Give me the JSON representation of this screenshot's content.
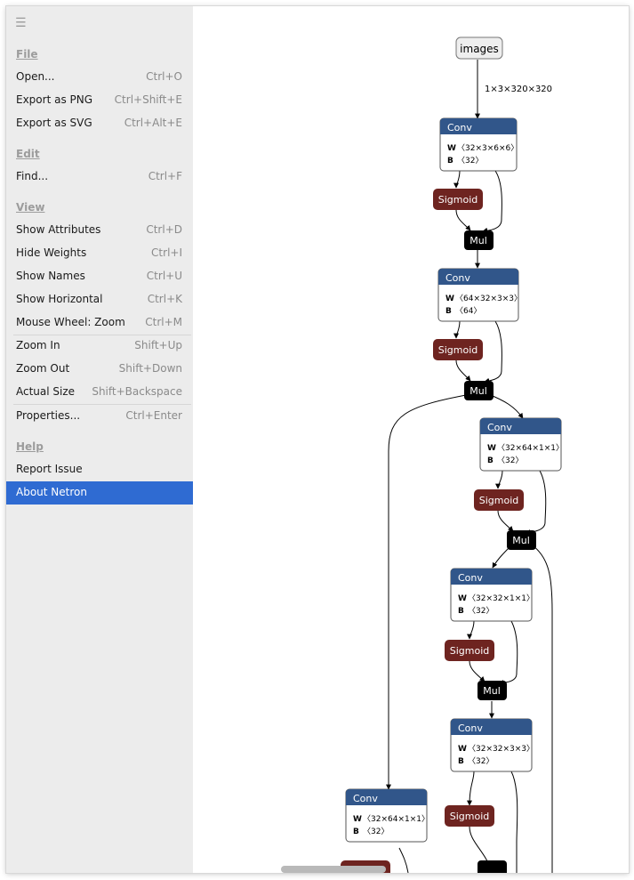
{
  "menu": {
    "groups": {
      "file": "File",
      "edit": "Edit",
      "view": "View",
      "help": "Help"
    },
    "items": [
      {
        "label": "Open...",
        "shortcut": "Ctrl+O"
      },
      {
        "label": "Export as PNG",
        "shortcut": "Ctrl+Shift+E"
      },
      {
        "label": "Export as SVG",
        "shortcut": "Ctrl+Alt+E"
      },
      {
        "label": "Find...",
        "shortcut": "Ctrl+F"
      },
      {
        "label": "Show Attributes",
        "shortcut": "Ctrl+D"
      },
      {
        "label": "Hide Weights",
        "shortcut": "Ctrl+I"
      },
      {
        "label": "Show Names",
        "shortcut": "Ctrl+U"
      },
      {
        "label": "Show Horizontal",
        "shortcut": "Ctrl+K"
      },
      {
        "label": "Mouse Wheel: Zoom",
        "shortcut": "Ctrl+M"
      },
      {
        "label": "Zoom In",
        "shortcut": "Shift+Up"
      },
      {
        "label": "Zoom Out",
        "shortcut": "Shift+Down"
      },
      {
        "label": "Actual Size",
        "shortcut": "Shift+Backspace"
      },
      {
        "label": "Properties...",
        "shortcut": "Ctrl+Enter"
      },
      {
        "label": "Report Issue",
        "shortcut": ""
      },
      {
        "label": "About Netron",
        "shortcut": ""
      }
    ]
  },
  "graph": {
    "input_label": "images",
    "input_shape": "1×3×320×320",
    "op_conv": "Conv",
    "op_sigmoid": "Sigmoid",
    "op_mul": "Mul",
    "attr_w": "W",
    "attr_b": "B",
    "conv_nodes": [
      {
        "w": "〈32×3×6×6〉",
        "b": "〈32〉"
      },
      {
        "w": "〈64×32×3×3〉",
        "b": "〈64〉"
      },
      {
        "w": "〈32×64×1×1〉",
        "b": "〈32〉"
      },
      {
        "w": "〈32×32×1×1〉",
        "b": "〈32〉"
      },
      {
        "w": "〈32×32×3×3〉",
        "b": "〈32〉"
      },
      {
        "w": "〈32×64×1×1〉",
        "b": "〈32〉"
      }
    ]
  },
  "colors": {
    "conv_header": "#31568a",
    "sigmoid": "#6e2420",
    "mul": "#000000",
    "menu_active": "#2f6bd2"
  }
}
